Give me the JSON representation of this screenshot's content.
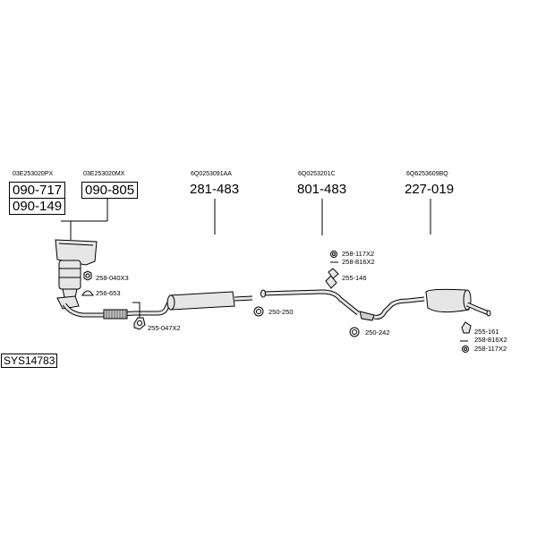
{
  "diagram_id": "SYS14783",
  "oem_labels": {
    "manifold_1": "03E253020PX",
    "manifold_2": "03E253020MX",
    "middle_1": "6Q0253091AA",
    "middle_2": "6Q0253201C",
    "rear": "6Q6253609BQ"
  },
  "part_numbers": {
    "manifold_a": "090-717",
    "manifold_b": "090-805",
    "manifold_c": "090-149",
    "middle_silencer": "281-483",
    "middle_pipe": "801-483",
    "rear_silencer": "227-019"
  },
  "fittings": {
    "gasket_front": "258-040X3",
    "ring_front": "256-653",
    "clamp_front": "255-047X2",
    "clamp_mid": "250-250",
    "bolt_mid_1": "258-117X2",
    "bolt_mid_2": "258-816X2",
    "hanger_mid": "255-146",
    "clamp_rear": "250-242",
    "hanger_rear": "255-161",
    "bolt_rear_1": "258-816X2",
    "bolt_rear_2": "258-117X2"
  }
}
